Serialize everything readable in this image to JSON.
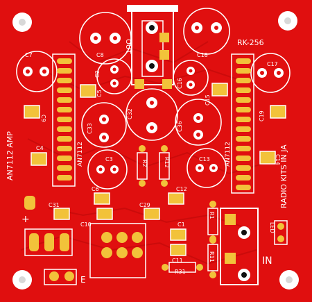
{
  "board": {
    "colors": {
      "mask": "#e00f0f",
      "mask_dark": "#b50808",
      "silk": "#ffffff",
      "pad": "#f2c23a",
      "hole": "#c01010",
      "hole_white": "#ffffff"
    }
  },
  "labels": {
    "model": "RK-256",
    "out": "OUT",
    "in": "IN",
    "led": "LED",
    "amp_title": "AN7112 AMP",
    "brand": "RADIO KITS IN JA",
    "ic_left": "AN7112",
    "ic_right": "AN7112",
    "e": "E"
  },
  "designators": {
    "c7": "C7",
    "c8": "C8",
    "c18": "C18",
    "c17": "C17",
    "c2": "C2",
    "c5": "C5",
    "c16": "C16",
    "c15": "C15",
    "c9": "C9",
    "c19": "C19",
    "c32": "C32",
    "c33": "C33",
    "c36": "C36",
    "c4": "C4",
    "c14": "C14",
    "c3": "C3",
    "c13": "C13",
    "r2": "R2",
    "r12": "R12",
    "c6": "C6",
    "c12": "C12",
    "c31": "C31",
    "c10": "C10",
    "c29": "C29",
    "r1": "R1",
    "c1": "C1",
    "c11": "C11",
    "r11": "R11",
    "r31": "R31"
  }
}
